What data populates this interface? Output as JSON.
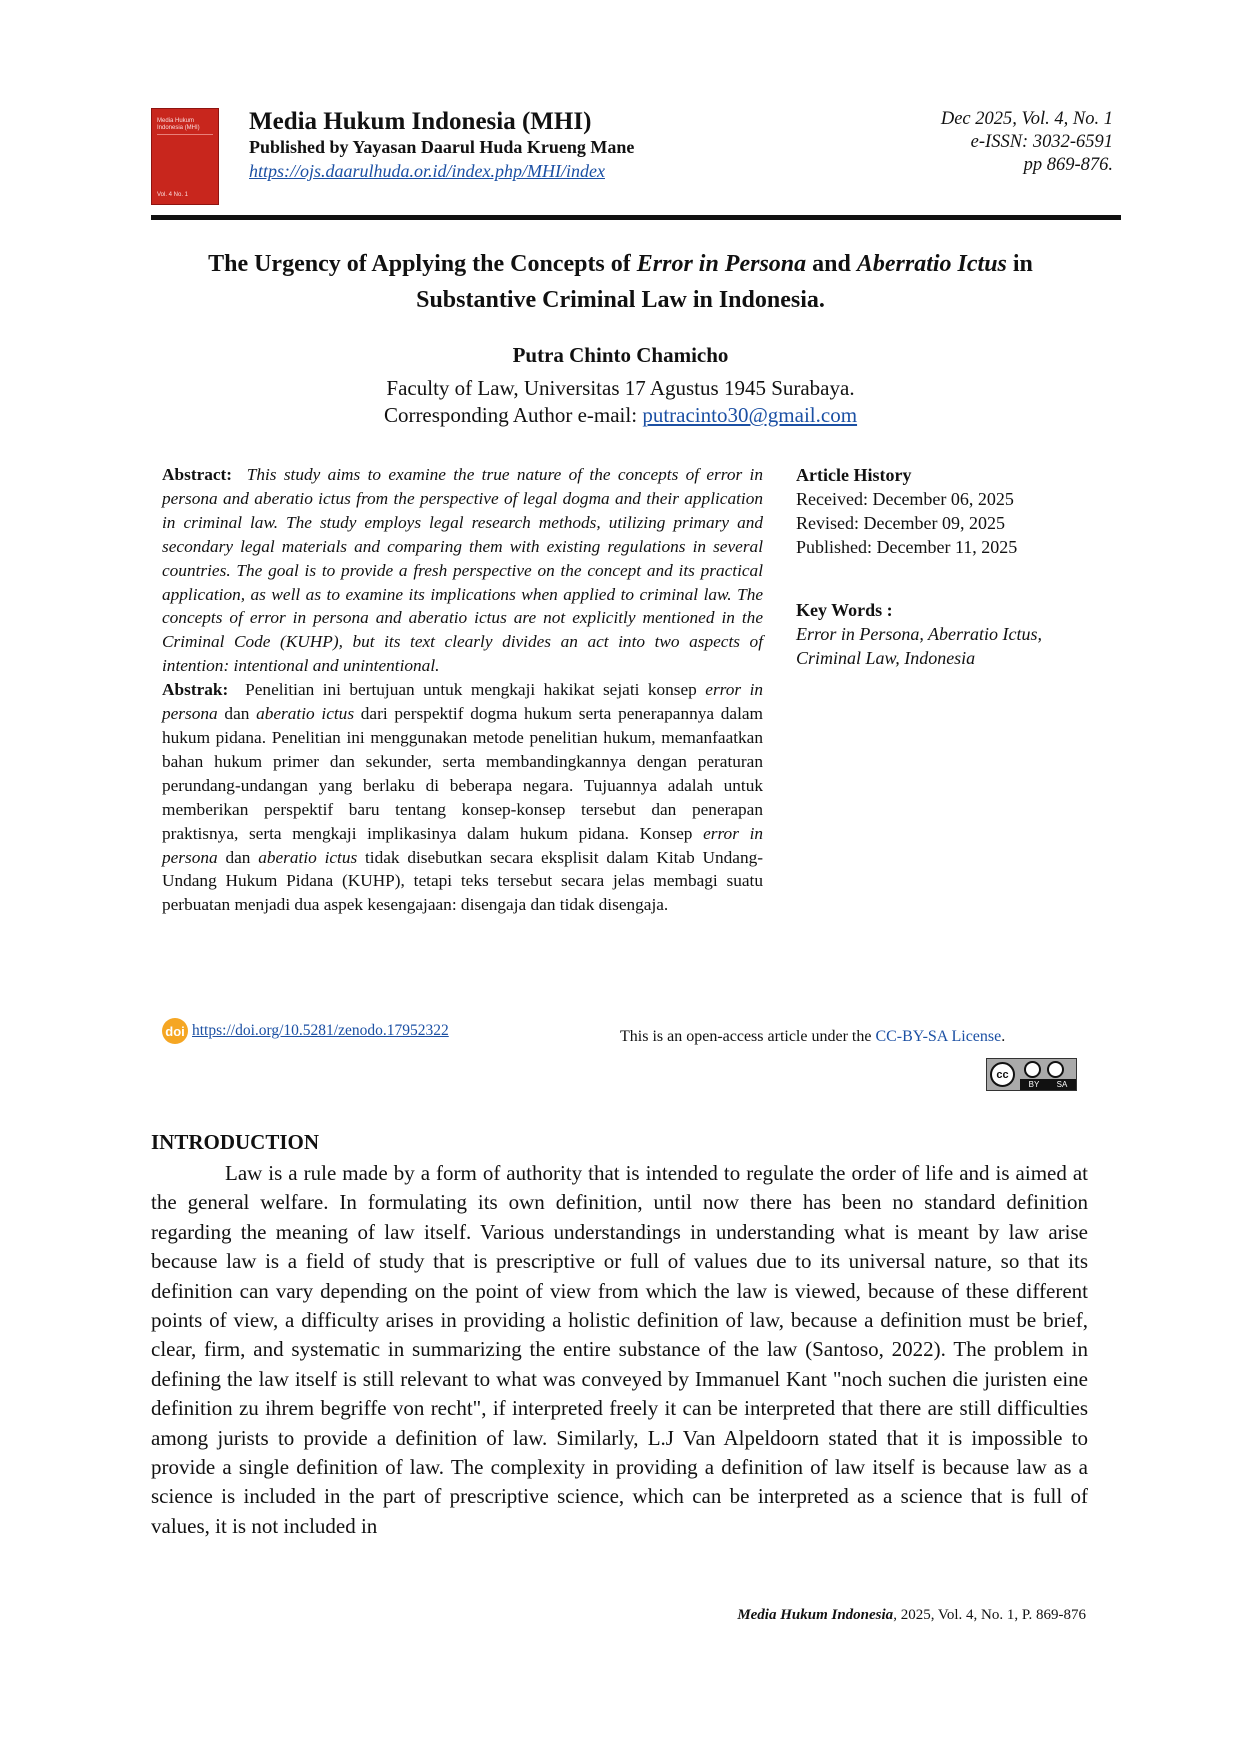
{
  "header": {
    "journal_name": "Media Hukum Indonesia (MHI)",
    "publisher": "Published by Yayasan Daarul Huda Krueng Mane",
    "url": "https://ojs.daarulhuda.or.id/index.php/MHI/index",
    "issue": "Dec 2025, Vol. 4, No. 1",
    "eissn": "e-ISSN: 3032-6591",
    "pages": "pp 869-876.",
    "cover_title": "Media Hukum Indonesia (MHI)",
    "cover_bottom": "Vol. 4 No. 1"
  },
  "article": {
    "title_1": "The Urgency of Applying the Concepts of ",
    "title_em1": "Error in Persona",
    "title_2": " and ",
    "title_em2": "Aberratio Ictus",
    "title_3": " in",
    "title_line2": "Substantive Criminal Law in Indonesia.",
    "author": "Putra Chinto Chamicho",
    "affiliation": "Faculty of Law, Universitas 17 Agustus 1945 Surabaya.",
    "corr_label": "Corresponding Author e-mail: ",
    "corr_email": "putracinto30@gmail.com"
  },
  "abstract": {
    "en_label": "Abstract:",
    "en_text": "This study aims to examine the true nature of the concepts of error in persona and aberatio ictus from the perspective of legal dogma and their application in criminal law. The study employs legal research methods, utilizing primary and secondary legal materials and comparing them with existing regulations in several countries. The goal is to provide a fresh perspective on the concept and its practical application, as well as to examine its implications when applied to criminal law. The concepts of error in persona and aberatio ictus are not explicitly mentioned in the Criminal Code (KUHP), but its text clearly divides an act into two aspects of intention: intentional and unintentional.",
    "id_label": "Abstrak:",
    "id_1": "Penelitian ini bertujuan untuk mengkaji hakikat sejati konsep ",
    "id_em1": "error in persona",
    "id_2": " dan ",
    "id_em2": "aberatio ictus",
    "id_3": " dari perspektif dogma hukum serta penerapannya dalam hukum pidana. Penelitian ini menggunakan metode penelitian hukum, memanfaatkan bahan hukum primer dan sekunder, serta membandingkannya dengan peraturan perundang-undangan yang berlaku di beberapa negara. Tujuannya adalah untuk memberikan perspektif baru tentang konsep-konsep tersebut dan penerapan praktisnya, serta mengkaji implikasinya dalam hukum pidana. Konsep ",
    "id_em3": "error in persona",
    "id_4": " dan ",
    "id_em4": "aberatio ictus",
    "id_5": " tidak disebutkan secara eksplisit dalam Kitab Undang-Undang Hukum Pidana (KUHP), tetapi teks tersebut secara jelas membagi suatu perbuatan menjadi dua aspek kesengajaan: disengaja dan tidak disengaja."
  },
  "history": {
    "heading": "Article History",
    "received": "Received: December 06, 2025",
    "revised": "Revised: December 09, 2025",
    "published": "Published: December 11, 2025",
    "kw_heading": "Key Words :",
    "kw_line1": "Error in Persona, Aberratio Ictus,",
    "kw_line2": "Criminal Law,  Indonesia"
  },
  "doi": {
    "icon_text": "doi",
    "url": "https://doi.org/10.5281/zenodo.17952322"
  },
  "license": {
    "text": "This is an open-access article under the ",
    "link": "CC-BY-SA License",
    "end": ".",
    "badge_cc": "cc",
    "badge_by": "BY",
    "badge_sa": "SA"
  },
  "intro": {
    "heading": "INTRODUCTION",
    "text": "Law is a rule made by a form of authority that is intended to regulate the order of life and is aimed at the general welfare. In formulating its own definition, until now there has been no standard definition regarding the meaning of law itself. Various understandings in understanding what is meant by law arise because law is a field of study that is prescriptive or full of values due to its universal nature, so that its definition can vary depending on the point of view from which the law is viewed, because of these different points of view, a difficulty arises in providing a holistic definition of law, because a definition must be brief, clear, firm, and systematic in summarizing the entire substance of the law (Santoso, 2022). The problem in defining the law itself is still relevant to what was conveyed by Immanuel Kant \"noch suchen die juristen eine definition zu ihrem begriffe von recht\", if interpreted freely it can be interpreted that there are still difficulties among jurists to provide a definition of law. Similarly, L.J Van Alpeldoorn stated that it is impossible to provide a single definition of law. The complexity in providing a definition of law itself is because law as a science is included in the part of prescriptive science, which can be interpreted as a science that is full of values, it is not included in"
  },
  "footer": {
    "journal": "Media Hukum Indonesia",
    "rest": ", 2025, Vol.  4, No. 1, P. 869-876"
  }
}
